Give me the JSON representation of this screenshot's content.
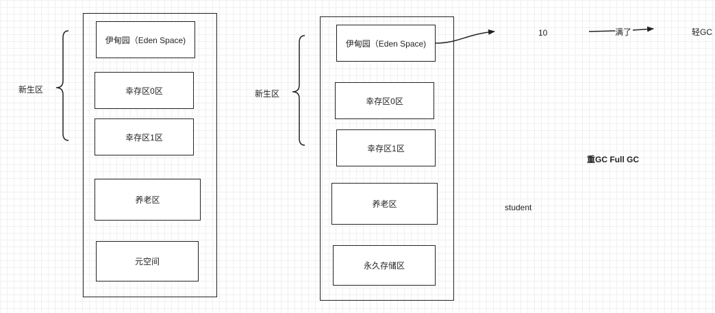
{
  "left": {
    "region_label": "新生区",
    "boxes": {
      "eden": "伊甸园（Eden Space)",
      "survivor0": "幸存区0区",
      "survivor1": "幸存区1区",
      "old": "养老区",
      "meta": "元空间"
    }
  },
  "right": {
    "region_label": "新生区",
    "boxes": {
      "eden": "伊甸园（Eden Space)",
      "survivor0": "幸存区0区",
      "survivor1": "幸存区1区",
      "old": "养老区",
      "perm": "永久存储区"
    }
  },
  "annotations": {
    "count": "10",
    "full": "满了",
    "light_gc": "轻GC",
    "heavy_gc": "重GC  Full GC",
    "student": "student"
  }
}
